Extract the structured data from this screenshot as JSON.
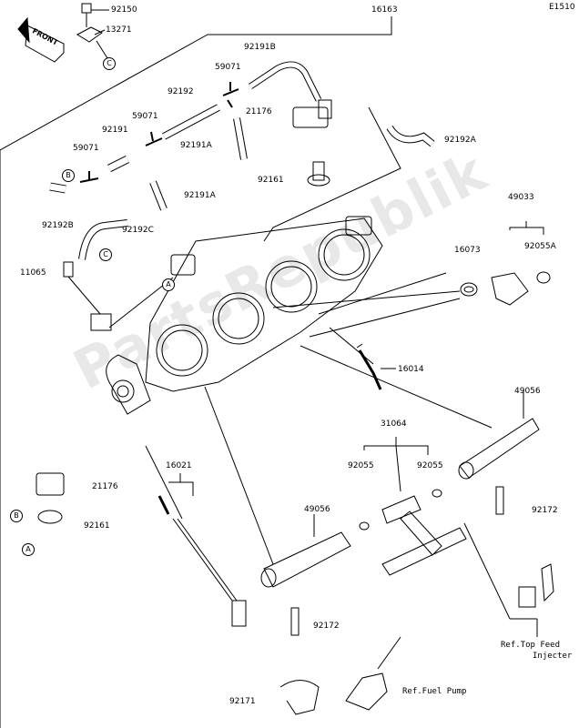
{
  "diagram_code": "E1510",
  "watermark": "PartsRepublik",
  "front_label": "FRONT",
  "parts": {
    "p92150": "92150",
    "p13271": "13271",
    "p16163": "16163",
    "p92191B": "92191B",
    "p59071a": "59071",
    "p92192": "92192",
    "p21176a": "21176",
    "p59071b": "59071",
    "p92191": "92191",
    "p92191A_a": "92191A",
    "p92192A": "92192A",
    "p59071c": "59071",
    "p92161a": "92161",
    "p92191A_b": "92191A",
    "p49033": "49033",
    "p92192B": "92192B",
    "p92192C": "92192C",
    "p92055A": "92055A",
    "p16073": "16073",
    "p11065": "11065",
    "p16014": "16014",
    "p49056a": "49056",
    "p31064": "31064",
    "p16021": "16021",
    "p92055a": "92055",
    "p92055b": "92055",
    "p21176b": "21176",
    "p92172a": "92172",
    "p92161b": "92161",
    "p49056b": "49056",
    "p92172b": "92172",
    "p92171": "92171"
  },
  "refs": {
    "top_feed_1": "Ref.Top Feed",
    "top_feed_2": "Injecter",
    "fuel_pump": "Ref.Fuel Pump"
  },
  "callouts": {
    "c1": "C",
    "b1": "B",
    "c2": "C",
    "a1": "A",
    "b2": "B",
    "a2": "A"
  }
}
